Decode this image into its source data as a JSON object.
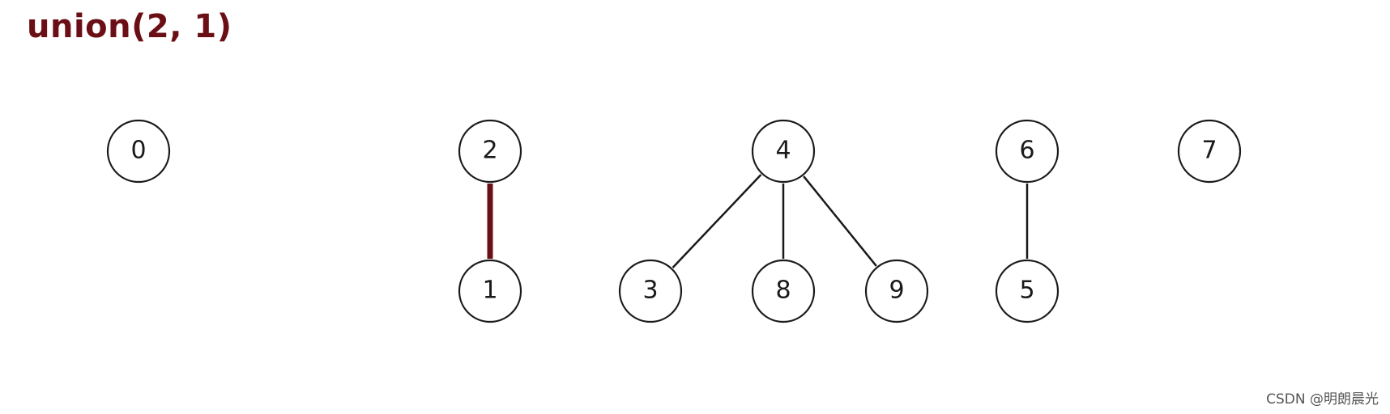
{
  "title": "union(2, 1)",
  "watermark": "CSDN @明朗晨光",
  "colors": {
    "highlight": "#6b0f16",
    "stroke": "#1a1a1a"
  },
  "nodes": [
    "0",
    "1",
    "2",
    "3",
    "4",
    "5",
    "6",
    "7",
    "8",
    "9"
  ],
  "edges": [
    {
      "from": "2",
      "to": "1",
      "highlight": true
    },
    {
      "from": "4",
      "to": "3",
      "highlight": false
    },
    {
      "from": "4",
      "to": "8",
      "highlight": false
    },
    {
      "from": "4",
      "to": "9",
      "highlight": false
    },
    {
      "from": "6",
      "to": "5",
      "highlight": false
    }
  ]
}
